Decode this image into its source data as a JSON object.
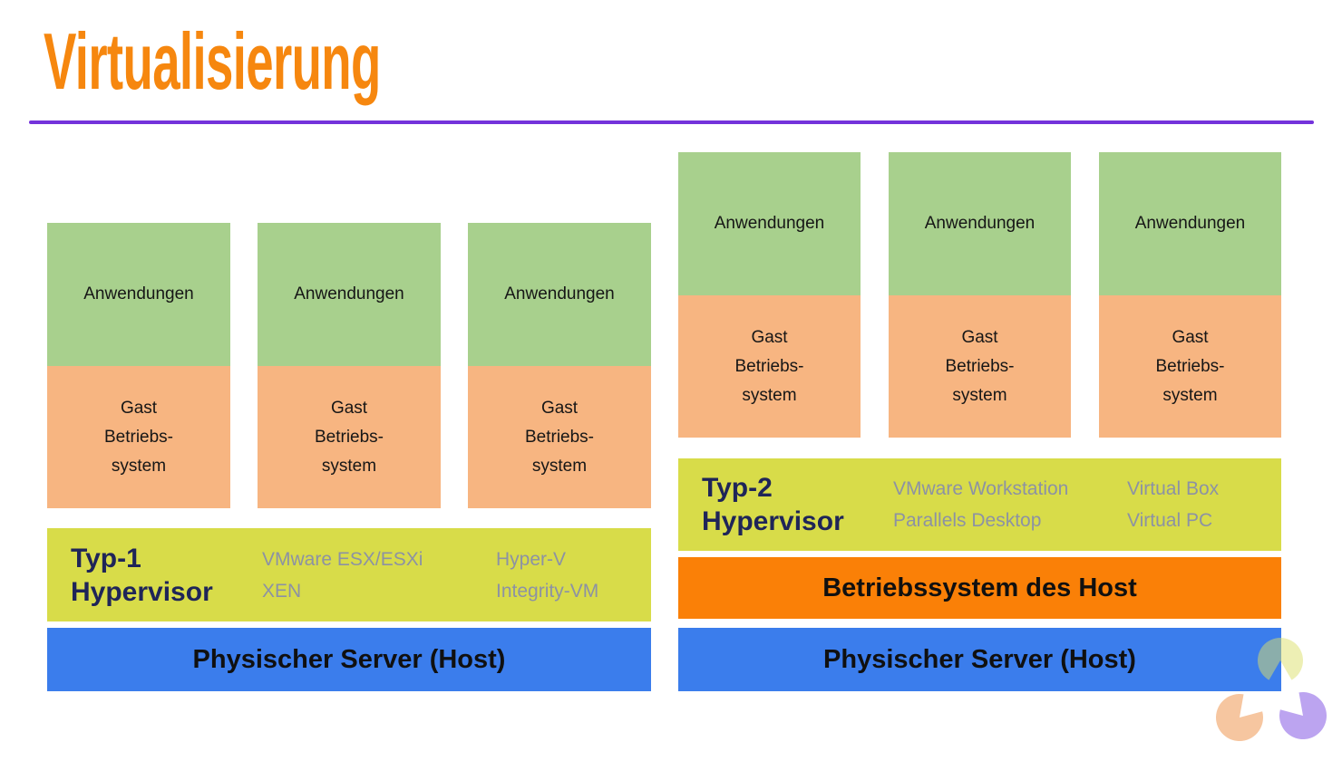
{
  "slide": {
    "title": "Virtualisierung"
  },
  "colors": {
    "title_orange": "#F6870F",
    "divider_purple": "#7433DB",
    "applications_green": "#A8D08D",
    "guest_os_orange": "#F7B581",
    "hypervisor_yellow": "#D8DC49",
    "hypervisor_text_navy": "#1F2558",
    "product_text_gray": "#8C92A4",
    "host_os_orange": "#FA8007",
    "server_blue": "#3B7DEC",
    "decor_yellow": "#DCE06A",
    "decor_peach": "#F6C6A0",
    "decor_purple": "#BCA4F0"
  },
  "left_stack": {
    "vms": [
      {
        "app": "Anwendungen",
        "guest": [
          "Gast",
          "Betriebs-",
          "system"
        ]
      },
      {
        "app": "Anwendungen",
        "guest": [
          "Gast",
          "Betriebs-",
          "system"
        ]
      },
      {
        "app": "Anwendungen",
        "guest": [
          "Gast",
          "Betriebs-",
          "system"
        ]
      }
    ],
    "hypervisor": {
      "line1": "Typ-1",
      "line2": "Hypervisor",
      "col1": [
        "VMware ESX/ESXi",
        "XEN"
      ],
      "col2": [
        "Hyper-V",
        "Integrity-VM"
      ]
    },
    "server": "Physischer Server (Host)"
  },
  "right_stack": {
    "vms": [
      {
        "app": "Anwendungen",
        "guest": [
          "Gast",
          "Betriebs-",
          "system"
        ]
      },
      {
        "app": "Anwendungen",
        "guest": [
          "Gast",
          "Betriebs-",
          "system"
        ]
      },
      {
        "app": "Anwendungen",
        "guest": [
          "Gast",
          "Betriebs-",
          "system"
        ]
      }
    ],
    "hypervisor": {
      "line1": "Typ-2",
      "line2": "Hypervisor",
      "col1": [
        "VMware Workstation",
        "Parallels Desktop"
      ],
      "col2": [
        "Virtual Box",
        "Virtual PC"
      ]
    },
    "host_os": "Betriebssystem des Host",
    "server": "Physischer Server (Host)"
  },
  "decorations": {
    "icons": [
      "pacman-down-icon",
      "pacman-right-icon",
      "pacman-left-icon"
    ]
  }
}
